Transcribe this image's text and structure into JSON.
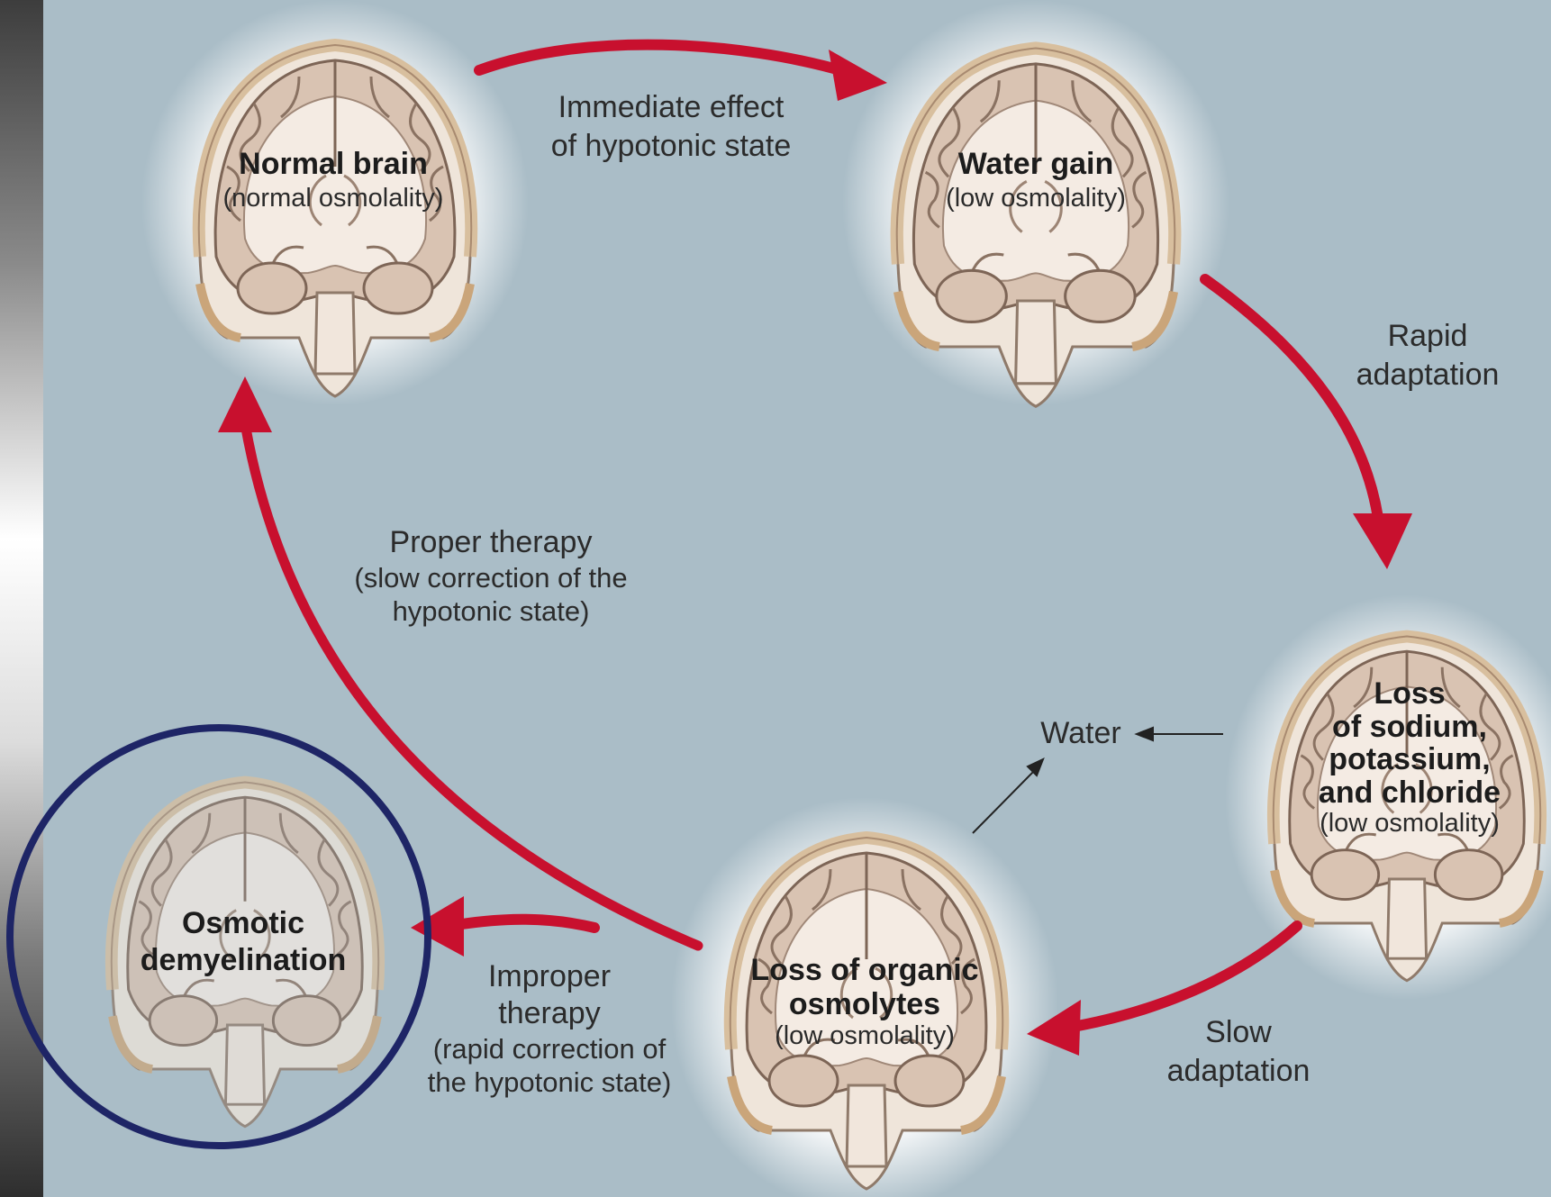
{
  "stages": {
    "normal": {
      "title": "Normal brain",
      "subtitle": "(normal osmolality)"
    },
    "water_gain": {
      "title": "Water gain",
      "subtitle": "(low osmolality)"
    },
    "loss_electrolytes": {
      "title_lines": [
        "Loss",
        "of sodium,",
        "potassium,",
        "and chloride"
      ],
      "subtitle": "(low osmolality)"
    },
    "loss_organic": {
      "title_lines": [
        "Loss of organic",
        "osmolytes"
      ],
      "subtitle": "(low osmolality)"
    },
    "osmotic_demyelination": {
      "title_lines": [
        "Osmotic",
        "demyelination"
      ]
    }
  },
  "transitions": {
    "immediate_effect": [
      "Immediate effect",
      "of hypotonic state"
    ],
    "rapid_adaptation": [
      "Rapid",
      "adaptation"
    ],
    "slow_adaptation": [
      "Slow",
      "adaptation"
    ],
    "proper_therapy": [
      "Proper therapy",
      "(slow correction of the",
      "hypotonic state)"
    ],
    "improper_therapy": [
      "Improper",
      "therapy",
      "(rapid correction of",
      "the hypotonic state)"
    ]
  },
  "water_label": "Water",
  "colors": {
    "background": "#aabdc7",
    "arrow": "#c8102e",
    "highlight_circle": "#1e2566"
  }
}
